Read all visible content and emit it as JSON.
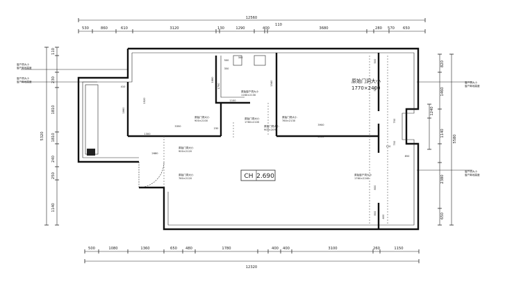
{
  "dimensions": {
    "top_total": "12560",
    "top_segments": [
      "530",
      "860",
      "610",
      "3120",
      "130",
      "1290",
      "400",
      "110",
      "3680",
      "280",
      "570",
      "650"
    ],
    "bottom_total": "12320",
    "bottom_segments": [
      "500",
      "1080",
      "1360",
      "650",
      "480",
      "1780",
      "400",
      "400",
      "3100",
      "260",
      "1150"
    ],
    "left_total": "5320",
    "left_segments": [
      "110",
      "230",
      "1810",
      "1810",
      "240",
      "250",
      "1140"
    ],
    "right_total": "5580",
    "right_segments": [
      "820",
      "1460",
      "1240",
      "1140",
      "2380",
      "650"
    ],
    "interior": [
      "3350",
      "1300",
      "2680",
      "3900",
      "3900",
      "1100",
      "1540",
      "1790",
      "1520",
      "1880",
      "1860",
      "410",
      "350",
      "500",
      "300",
      "500",
      "500",
      "800",
      "800",
      "400",
      "700",
      "700",
      "850",
      "120",
      "230"
    ]
  },
  "annotations": {
    "big_door": "原始门洞大小",
    "big_door_size": "1770×2400",
    "window_labels": [
      "原始窗户洞大小",
      "原始窗户洞大小"
    ],
    "window_sizes": [
      "1160×2130",
      "1760×2240"
    ],
    "door_labels": [
      "原始门洞大小",
      "原始门洞大小",
      "原始门洞大小",
      "原始门洞大小",
      "原始门洞大小",
      "原始门洞大小"
    ],
    "door_sizes": [
      "900×2100",
      "760×2130",
      "900×2120",
      "760×2120",
      "1760×2100",
      "900×2090"
    ],
    "left_notes": [
      "窗户洞大小",
      "窗户离地高度",
      "窗户洞大小",
      "窗户离地高度"
    ],
    "right_notes": [
      "窗户洞大小",
      "窗户离地高度",
      "窗户洞大小",
      "窗户离地高度"
    ]
  },
  "ceiling": {
    "label": "CH",
    "value": "2.690"
  }
}
